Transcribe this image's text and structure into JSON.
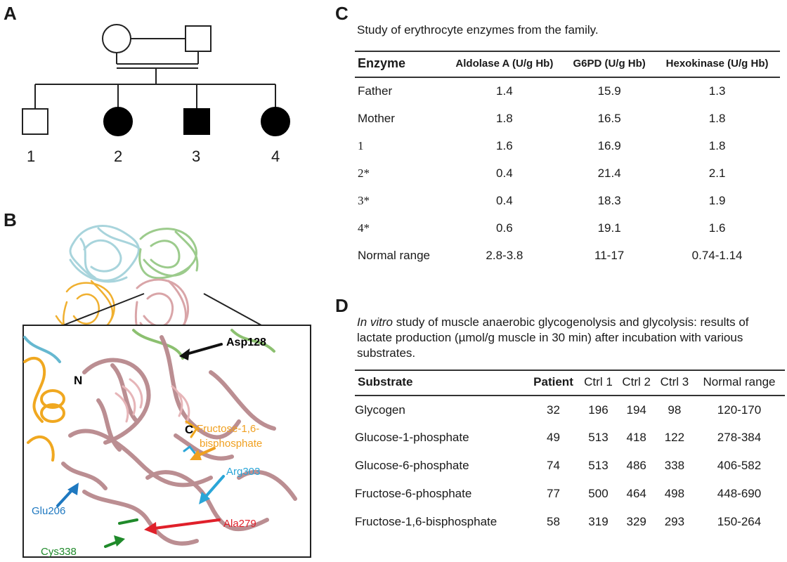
{
  "panels": {
    "a": "A",
    "b": "B",
    "c": "C",
    "d": "D"
  },
  "pedigree": {
    "children": [
      {
        "label": "1",
        "sex": "male",
        "affected": false
      },
      {
        "label": "2",
        "sex": "female",
        "affected": true
      },
      {
        "label": "3",
        "sex": "male",
        "affected": true
      },
      {
        "label": "4",
        "sex": "female",
        "affected": true
      }
    ]
  },
  "structure": {
    "labels": {
      "asp128": "Asp128",
      "n": "N",
      "c": "C",
      "fbp1": "Fructose-1,6-",
      "fbp2": "bisphosphate",
      "arg303": "Arg303",
      "glu206": "Glu206",
      "ala279": "Ala279",
      "cys338": "Cys338"
    },
    "colors": {
      "asp128": "#111111",
      "fbp": "#f0a020",
      "arg303": "#2aa6d8",
      "glu206": "#1e78c0",
      "ala279": "#e0202a",
      "cys338": "#1f8a2a"
    }
  },
  "table_c": {
    "caption": "Study of erythrocyte enzymes from the family.",
    "headers": [
      "Enzyme",
      "Aldolase A (U/g Hb)",
      "G6PD (U/g Hb)",
      "Hexokinase (U/g Hb)"
    ],
    "rows": [
      [
        "Father",
        "1.4",
        "15.9",
        "1.3"
      ],
      [
        "Mother",
        "1.8",
        "16.5",
        "1.8"
      ],
      [
        "1",
        "1.6",
        "16.9",
        "1.8"
      ],
      [
        "2*",
        "0.4",
        "21.4",
        "2.1"
      ],
      [
        "3*",
        "0.4",
        "18.3",
        "1.9"
      ],
      [
        "4*",
        "0.6",
        "19.1",
        "1.6"
      ],
      [
        "Normal range",
        "2.8-3.8",
        "11-17",
        "0.74-1.14"
      ]
    ]
  },
  "table_d": {
    "caption_italic": "In vitro",
    "caption_rest": " study of muscle anaerobic glycogenolysis and glycolysis: results of lactate production (µmol/g muscle in 30 min) after incubation with various substrates.",
    "headers": [
      "Substrate",
      "Patient",
      "Ctrl 1",
      "Ctrl 2",
      "Ctrl 3",
      "Normal range"
    ],
    "rows": [
      [
        "Glycogen",
        "32",
        "196",
        "194",
        "98",
        "120-170"
      ],
      [
        "Glucose-1-phosphate",
        "49",
        "513",
        "418",
        "122",
        "278-384"
      ],
      [
        "Glucose-6-phosphate",
        "74",
        "513",
        "486",
        "338",
        "406-582"
      ],
      [
        "Fructose-6-phosphate",
        "77",
        "500",
        "464",
        "498",
        "448-690"
      ],
      [
        "Fructose-1,6-bisphosphate",
        "58",
        "319",
        "329",
        "293",
        "150-264"
      ]
    ]
  }
}
